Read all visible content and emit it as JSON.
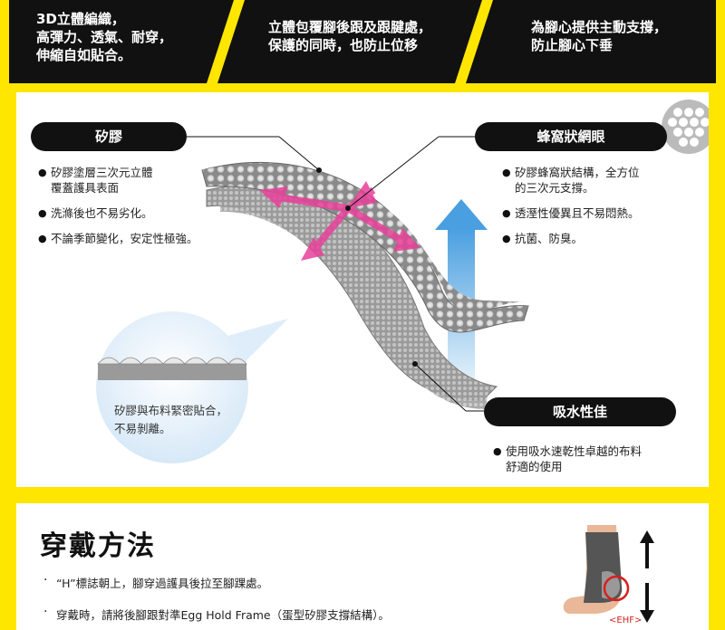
{
  "banner": {
    "items": [
      {
        "text": "3D立體編織，\n高彈力、透氣、耐穿，\n伸縮自如貼合。"
      },
      {
        "text": "立體包覆腳後跟及跟腱處，\n保護的同時，也防止位移"
      },
      {
        "text": "為腳心提供主動支撐，\n防止腳心下垂"
      }
    ]
  },
  "features": {
    "silicone": {
      "label": "矽膠",
      "bullets": [
        "矽膠塗層三次元立體\n覆蓋護具表面",
        "洗滌後也不易劣化。",
        "不論季節變化，安定性極強。"
      ]
    },
    "honeycomb": {
      "label": "蜂窩狀網眼",
      "bullets": [
        "矽膠蜂窩狀結構，全方位\n的三次元支撐。",
        "透溼性優異且不易悶熱。",
        "抗菌、防臭。"
      ]
    },
    "absorb": {
      "label": "吸水性佳",
      "bullets": [
        "使用吸水速乾性卓越的布料\n舒適的使用"
      ]
    },
    "bubble_text": "矽膠與布料緊密貼合，\n不易剝離。"
  },
  "howto": {
    "title": "穿戴方法",
    "steps": [
      "“H”標誌朝上，腳穿過護具後拉至腳踝處。",
      "穿戴時，請將後腳跟對準Egg Hold Frame（蛋型矽膠支撐結構）。"
    ],
    "ehf_label": "<EHF>"
  },
  "colors": {
    "banner_yellow": "#ffe600",
    "banner_black": "#111111",
    "arrow_pink": "#e8419a",
    "arrow_blue": "#4a9fe0"
  }
}
